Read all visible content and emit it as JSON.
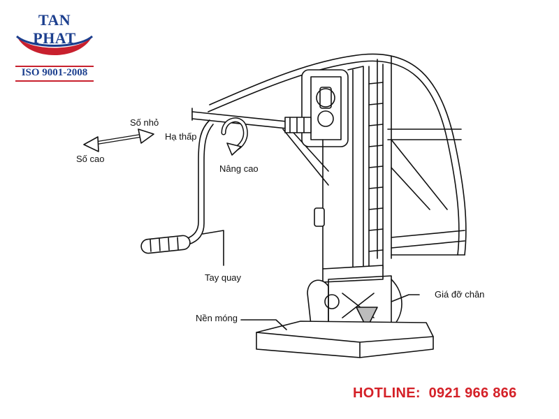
{
  "logo": {
    "brand": "TAN PHAT",
    "certification": "ISO 9001-2008",
    "colors": {
      "blue": "#1c3f8e",
      "red": "#c8202e"
    }
  },
  "labels": {
    "low_gear": "Số nhỏ",
    "high_gear": "Số cao",
    "lower": "Hạ thấp",
    "raise": "Nâng cao",
    "crank_handle": "Tay quay",
    "foot_support": "Giá đỡ chân",
    "base": "Nền móng"
  },
  "hotline": {
    "label": "HOTLINE:",
    "number": "0921 966 866",
    "color": "#d42027"
  }
}
